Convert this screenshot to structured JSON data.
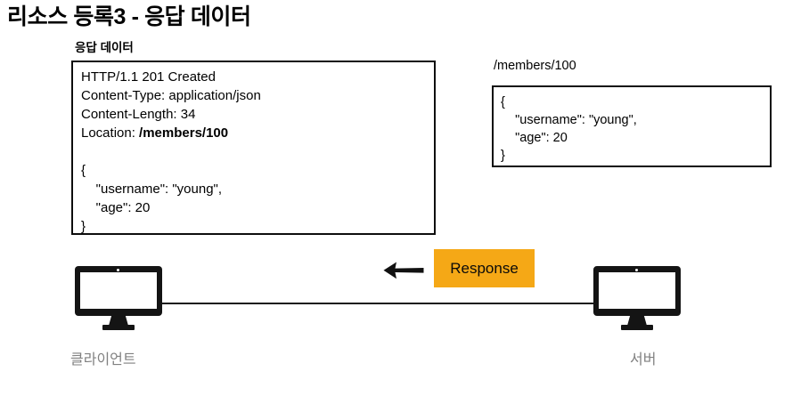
{
  "slide": {
    "title": "리소스 등록3 - 응답 데이터",
    "background_color": "#ffffff"
  },
  "response_box": {
    "label": "응답 데이터",
    "lines": [
      {
        "text": "HTTP/1.1 201 Created",
        "bold_suffix": ""
      },
      {
        "text": "Content-Type: application/json",
        "bold_suffix": ""
      },
      {
        "text": "Content-Length: 34",
        "bold_suffix": ""
      },
      {
        "text": "Location: ",
        "bold_suffix": "/members/100"
      },
      {
        "text": "",
        "bold_suffix": ""
      },
      {
        "text": "{",
        "bold_suffix": ""
      },
      {
        "text": "    \"username\": \"young\",",
        "bold_suffix": ""
      },
      {
        "text": "    \"age\": 20",
        "bold_suffix": ""
      },
      {
        "text": "}",
        "bold_suffix": ""
      }
    ]
  },
  "resource_box": {
    "label": "/members/100",
    "lines": [
      {
        "text": "{",
        "bold_suffix": ""
      },
      {
        "text": "    \"username\": \"young\",",
        "bold_suffix": ""
      },
      {
        "text": "    \"age\": 20",
        "bold_suffix": ""
      },
      {
        "text": "}",
        "bold_suffix": ""
      }
    ]
  },
  "diagram": {
    "client": {
      "label": "클라이언트",
      "icon": "desktop-monitor-icon"
    },
    "server": {
      "label": "서버",
      "icon": "desktop-monitor-icon"
    },
    "message": {
      "label": "Response",
      "tag_color": "#f5a816",
      "text_color": "#0a0a0a",
      "direction": "server-to-client",
      "arrow_icon": "arrow-left-icon"
    },
    "connection_line_color": "#1a1a1a",
    "endpoint_label_color": "#808080"
  }
}
